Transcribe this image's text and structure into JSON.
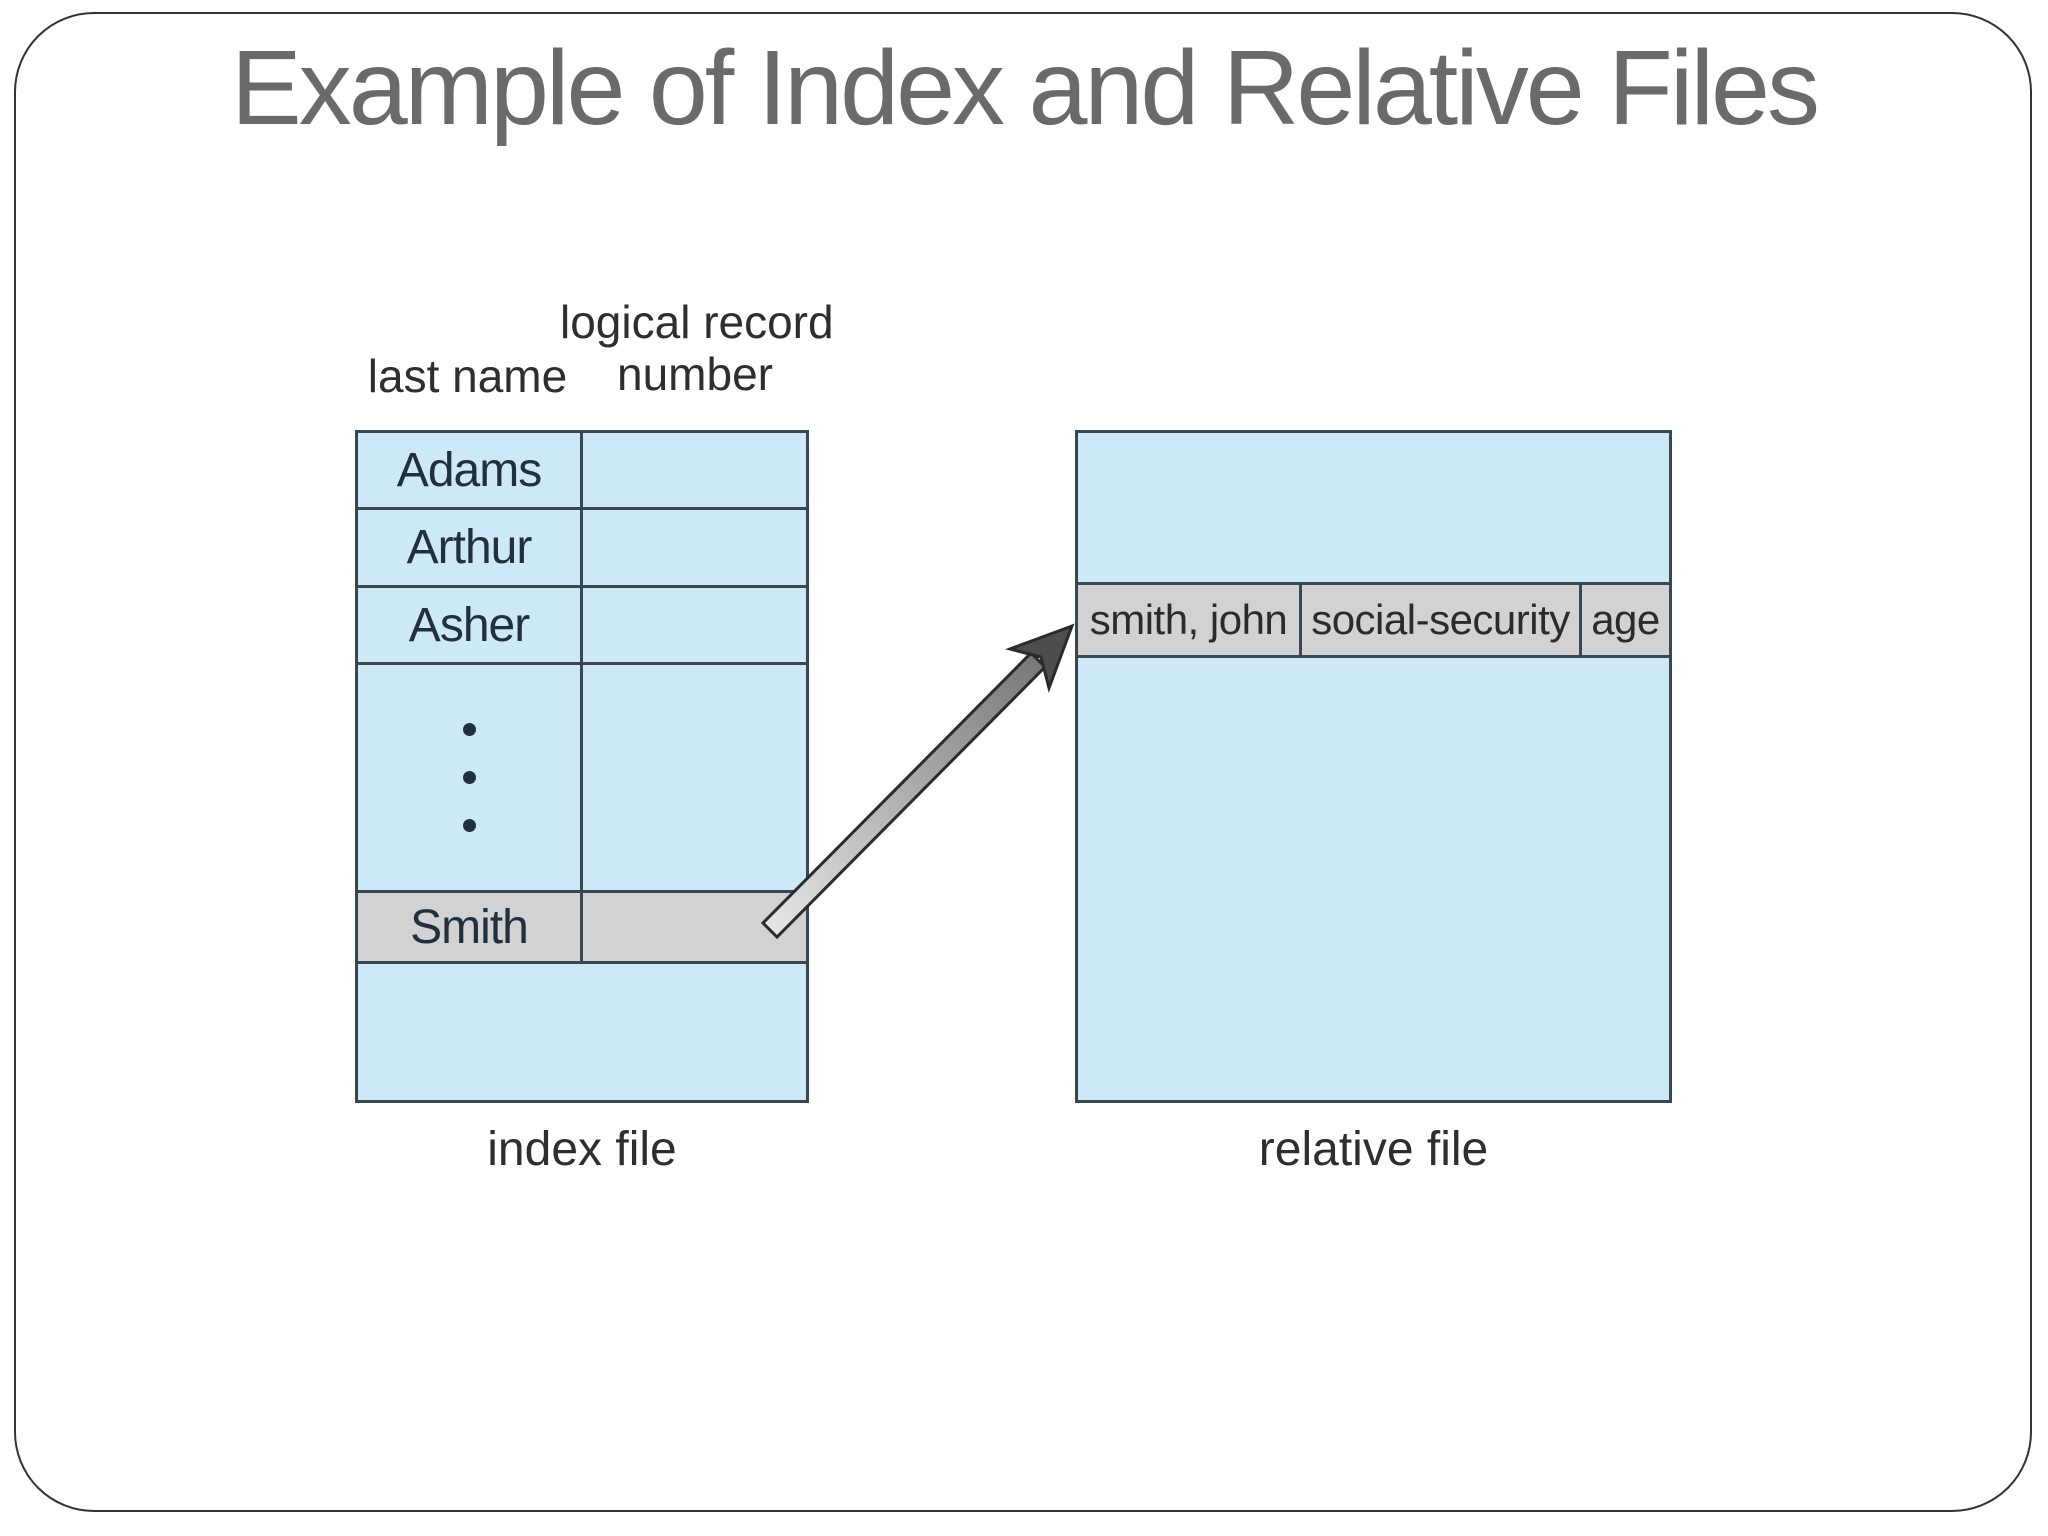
{
  "slide": {
    "title": "Example of Index and Relative Files",
    "index_file": {
      "header_col1": "last name",
      "header_col2_line1": "logical record",
      "header_col2_line2": "number",
      "rows": [
        "Adams",
        "Arthur",
        "Asher"
      ],
      "highlighted_row": "Smith",
      "caption": "index file"
    },
    "relative_file": {
      "record_fields": [
        "smith, john",
        "social-security",
        "age"
      ],
      "caption": "relative file"
    }
  },
  "colors": {
    "cell_blue": "#cde9f8",
    "highlight_gray": "#d2d2d2",
    "table_border": "#3a4650",
    "title_gray": "#6a6a6a",
    "text_dark": "#20303e",
    "label_dark": "#2e2e2e",
    "slide_border": "#333333",
    "arrow_dark": "#4e4e4e",
    "arrow_outline": "#2b2b2b"
  }
}
